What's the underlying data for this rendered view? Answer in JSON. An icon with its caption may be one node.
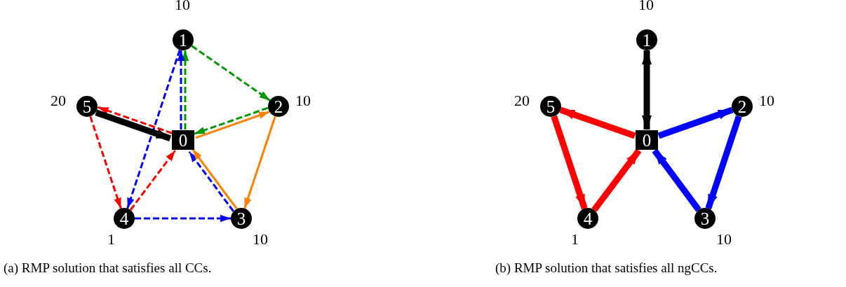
{
  "diagram": {
    "nodes": [
      {
        "text": [
          "0"
        ]
      },
      {
        "text": [
          "1"
        ],
        "beside": [
          "10"
        ]
      },
      {
        "text": [
          "2"
        ],
        "beside": [
          "10"
        ]
      },
      {
        "text": [
          "3"
        ],
        "beside": [
          "10"
        ]
      },
      {
        "text": [
          "4"
        ],
        "beside": [
          "1"
        ]
      },
      {
        "text": [
          "5"
        ],
        "beside": [
          "20"
        ]
      },
      {
        "text": [
          "0"
        ]
      },
      {
        "text": [
          "1"
        ],
        "beside": [
          "10"
        ]
      },
      {
        "text": [
          "2"
        ],
        "beside": [
          "10"
        ]
      },
      {
        "text": [
          "3"
        ],
        "beside": [
          "10"
        ]
      },
      {
        "text": [
          "4"
        ],
        "beside": [
          "1"
        ]
      },
      {
        "text": [
          "5"
        ],
        "beside": [
          "20"
        ]
      }
    ],
    "edges": [
      {
        "from": 0,
        "to": 1,
        "arrow": "to",
        "style": "dashed",
        "color": "#009900"
      },
      {
        "from": 1,
        "to": 2,
        "arrow": "to",
        "style": "dashed",
        "color": "#009900"
      },
      {
        "from": 2,
        "to": 0,
        "arrow": "to",
        "style": "dashed",
        "color": "#009900"
      },
      {
        "from": 0,
        "to": 1,
        "arrow": "to",
        "style": "dashed",
        "color": "#0000ff"
      },
      {
        "from": 1,
        "to": 4,
        "arrow": "to",
        "style": "dashed",
        "color": "#0000ff"
      },
      {
        "from": 4,
        "to": 3,
        "arrow": "to",
        "style": "dashed",
        "color": "#0000ff"
      },
      {
        "from": 3,
        "to": 0,
        "arrow": "to",
        "style": "dashed",
        "color": "#0000ff"
      },
      {
        "from": 0,
        "to": 2,
        "arrow": "to",
        "color": "#ff8000"
      },
      {
        "from": 2,
        "to": 3,
        "arrow": "to",
        "color": "#ff8000"
      },
      {
        "from": 3,
        "to": 0,
        "arrow": "to",
        "color": "#ff8000"
      },
      {
        "from": 0,
        "to": 5,
        "arrow": "to",
        "style": "dashed",
        "color": "#ff0000"
      },
      {
        "from": 5,
        "to": 4,
        "arrow": "to",
        "style": "dashed",
        "color": "#ff0000"
      },
      {
        "from": 4,
        "to": 0,
        "arrow": "to",
        "style": "dashed",
        "color": "#ff0000"
      },
      {
        "from": 5,
        "to": 0,
        "arrow": "to",
        "style": "thick",
        "color": "#000000"
      },
      {
        "from": 6,
        "to": 7,
        "arrow": "both",
        "style": "thick",
        "color": "#000000"
      },
      {
        "from": 6,
        "to": 11,
        "arrow": "to",
        "style": "thick",
        "color": "#ff0000"
      },
      {
        "from": 11,
        "to": 10,
        "arrow": "to",
        "style": "thick",
        "color": "#ff0000"
      },
      {
        "from": 10,
        "to": 6,
        "arrow": "to",
        "style": "thick",
        "color": "#ff0000"
      },
      {
        "from": 6,
        "to": 8,
        "arrow": "to",
        "style": "thick",
        "color": "#0000ff"
      },
      {
        "from": 8,
        "to": 9,
        "arrow": "to",
        "style": "thick",
        "color": "#0000ff"
      },
      {
        "from": 9,
        "to": 6,
        "arrow": "to",
        "style": "thick",
        "color": "#0000ff"
      }
    ],
    "labels": [
      "(a) RMP solution that satisfies all CCs.",
      "(b) RMP solution that satisfies all ngCCs."
    ]
  }
}
